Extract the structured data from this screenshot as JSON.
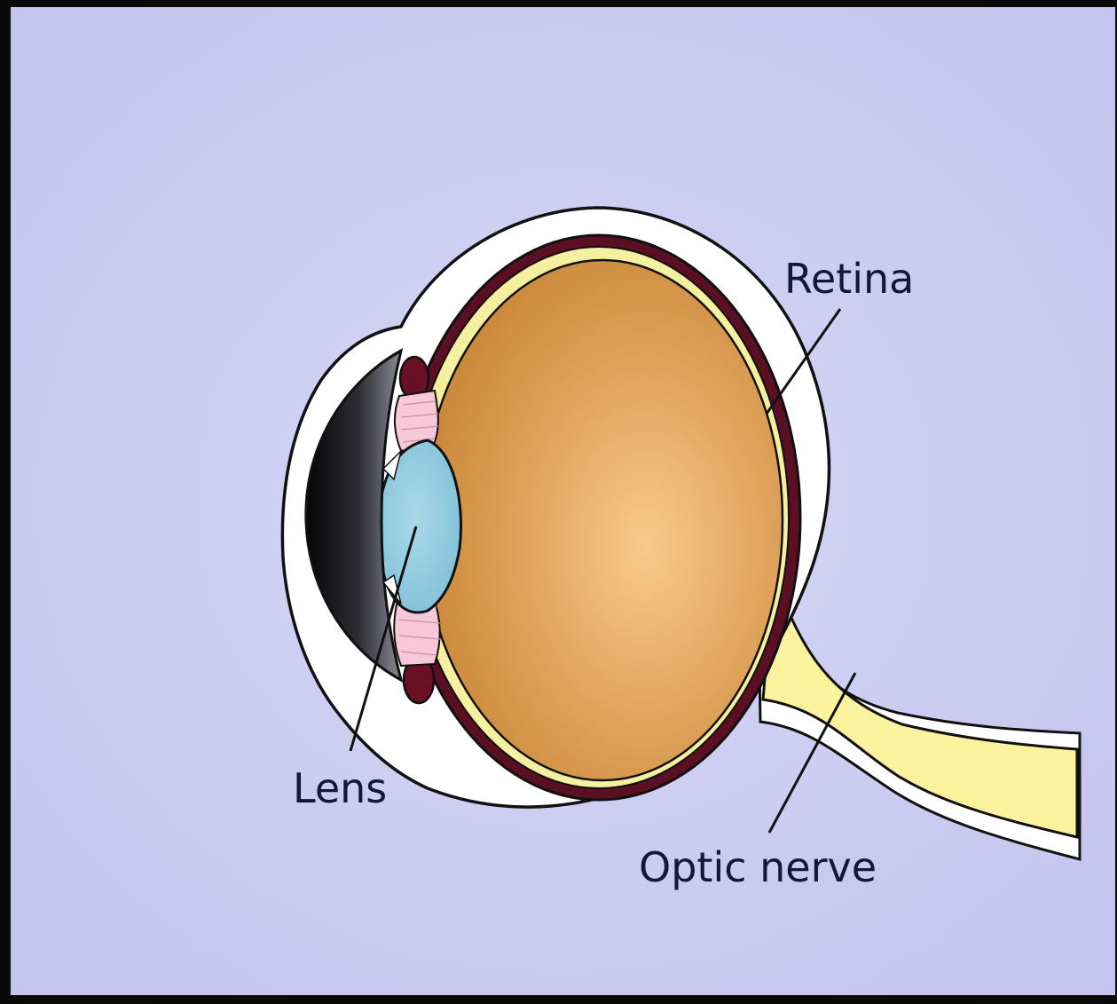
{
  "labels": {
    "retina": "Retina",
    "lens": "Lens",
    "optic_nerve": "Optic nerve"
  },
  "colors": {
    "background": "#cbcbf1",
    "sclera": "#ffffff",
    "choroid": "#5a0f22",
    "retina_layer": "#f5f0a0",
    "vitreous": "#d79a4d",
    "lens": "#96cde0",
    "ciliary": "#f7c8d8",
    "cornea_dark": "#0b0b0d",
    "optic_nerve": "#fbf29d"
  }
}
